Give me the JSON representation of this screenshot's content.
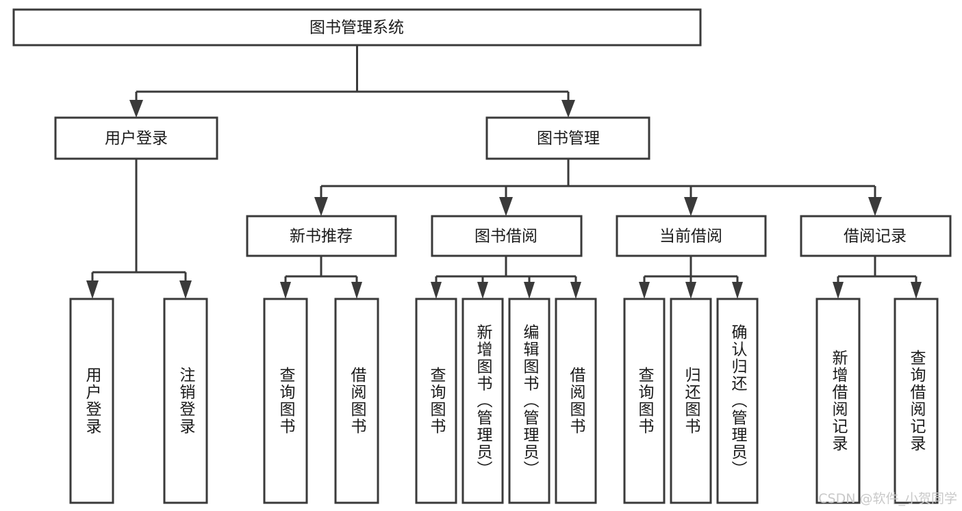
{
  "diagram": {
    "title": "图书管理系统",
    "type": "tree-hierarchy-chart",
    "root": {
      "id": "root",
      "label": "图书管理系统"
    },
    "level2": [
      {
        "id": "user-login",
        "label": "用户登录"
      },
      {
        "id": "book-management",
        "label": "图书管理"
      }
    ],
    "level3": [
      {
        "id": "new-book-recommend",
        "label": "新书推荐",
        "parent": "book-management"
      },
      {
        "id": "book-borrow",
        "label": "图书借阅",
        "parent": "book-management"
      },
      {
        "id": "current-borrow",
        "label": "当前借阅",
        "parent": "book-management"
      },
      {
        "id": "borrow-record",
        "label": "借阅记录",
        "parent": "book-management"
      }
    ],
    "leaves": {
      "user-login": [
        {
          "id": "leaf-user-login",
          "label": "用户登录"
        },
        {
          "id": "leaf-logout-login",
          "label": "注销登录"
        }
      ],
      "new-book-recommend": [
        {
          "id": "leaf-query-book-1",
          "label": "查询图书"
        },
        {
          "id": "leaf-borrow-book-1",
          "label": "借阅图书"
        }
      ],
      "book-borrow": [
        {
          "id": "leaf-query-book-2",
          "label": "查询图书"
        },
        {
          "id": "leaf-add-book",
          "label": "新增图书（管理员）"
        },
        {
          "id": "leaf-edit-book",
          "label": "编辑图书（管理员）"
        },
        {
          "id": "leaf-borrow-book-2",
          "label": "借阅图书"
        }
      ],
      "current-borrow": [
        {
          "id": "leaf-query-book-3",
          "label": "查询图书"
        },
        {
          "id": "leaf-return-book",
          "label": "归还图书"
        },
        {
          "id": "leaf-confirm-return",
          "label": "确认归还（管理员）"
        }
      ],
      "borrow-record": [
        {
          "id": "leaf-add-record",
          "label": "新增借阅记录"
        },
        {
          "id": "leaf-query-record",
          "label": "查询借阅记录"
        }
      ]
    },
    "watermark": "CSDN @软件_小贺同学",
    "colors": {
      "box_stroke": "#3a3a3a",
      "box_fill": "#ffffff",
      "text": "#1a1a1a",
      "background": "#ffffff",
      "watermark": "#c9c9c9"
    }
  }
}
